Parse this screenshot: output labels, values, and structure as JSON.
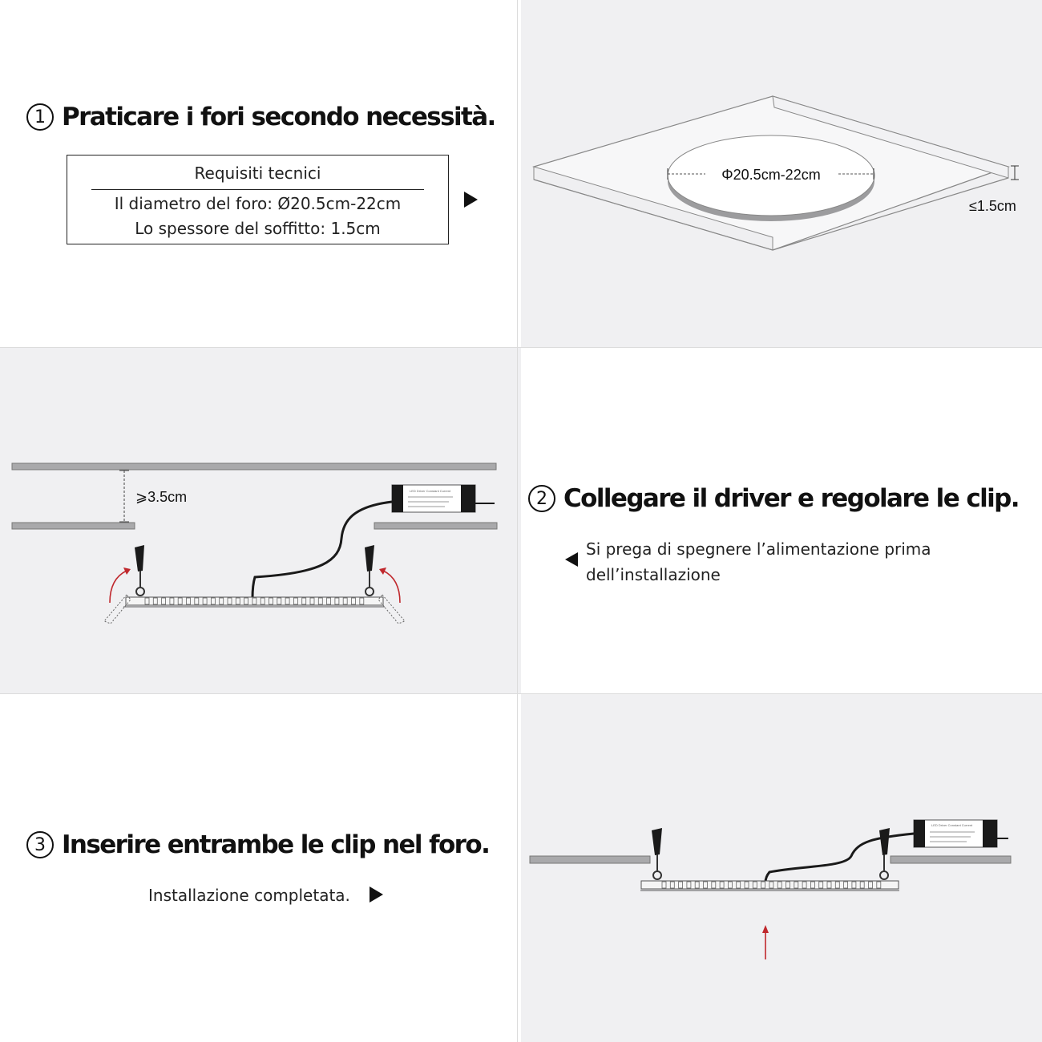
{
  "step1": {
    "number": "1",
    "title": "Praticare i fori secondo necessità.",
    "requirements": {
      "title": "Requisiti tecnici",
      "line1": "Il diametro del foro: Ø20.5cm-22cm",
      "line2": "Lo spessore del soffitto: 1.5cm"
    },
    "diagram": {
      "diameter_label": "Φ20.5cm-22cm",
      "thickness_label": "≤1.5cm"
    }
  },
  "step2": {
    "number": "2",
    "title": "Collegare il driver e regolare le clip.",
    "note_line1": "Si prega di spegnere l’alimentazione prima",
    "note_line2": "dell’installazione",
    "diagram": {
      "gap_label": "⩾3.5cm",
      "driver_label": "LED Driver Constant Current"
    }
  },
  "step3": {
    "number": "3",
    "title": "Inserire entrambe le clip nel foro.",
    "note": "Installazione completata.",
    "diagram": {
      "driver_label": "LED Driver Constant Current"
    }
  },
  "colors": {
    "panel_gray": "#f0f0f2",
    "ceiling_gray": "#a9a9ab",
    "arrow_red": "#c0282d",
    "line": "#555555"
  }
}
